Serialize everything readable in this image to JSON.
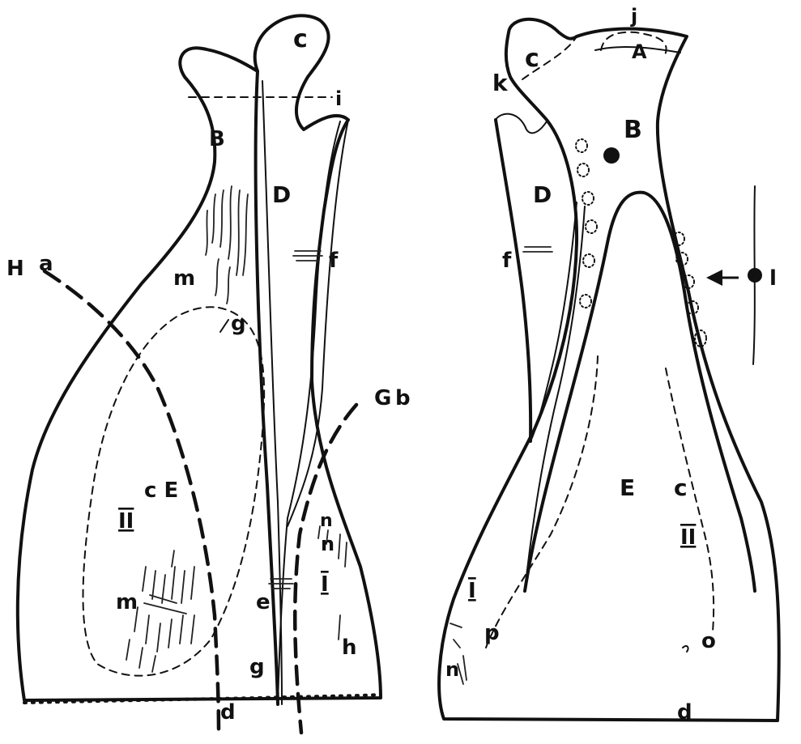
{
  "figure": {
    "left_view": {
      "labels": {
        "H": "H",
        "a": "a",
        "c": "c",
        "i": "i",
        "B": "B",
        "D": "D",
        "f": "f",
        "m1": "m",
        "g1": "g",
        "G": "G",
        "b": "b",
        "II": "II",
        "cE": "c E",
        "m2": "m",
        "n1": "n",
        "n2": "n",
        "I": "I",
        "e": "e",
        "h": "h",
        "g2": "g",
        "d": "d"
      }
    },
    "right_view": {
      "labels": {
        "c1": "c",
        "j": "j",
        "A": "A",
        "k": "k",
        "B": "B",
        "D": "D",
        "f": "f",
        "l": "l",
        "E": "E",
        "c2": "c",
        "II": "II",
        "I": "I",
        "p": "p",
        "n": "n",
        "o": "o",
        "d": "d"
      }
    }
  }
}
